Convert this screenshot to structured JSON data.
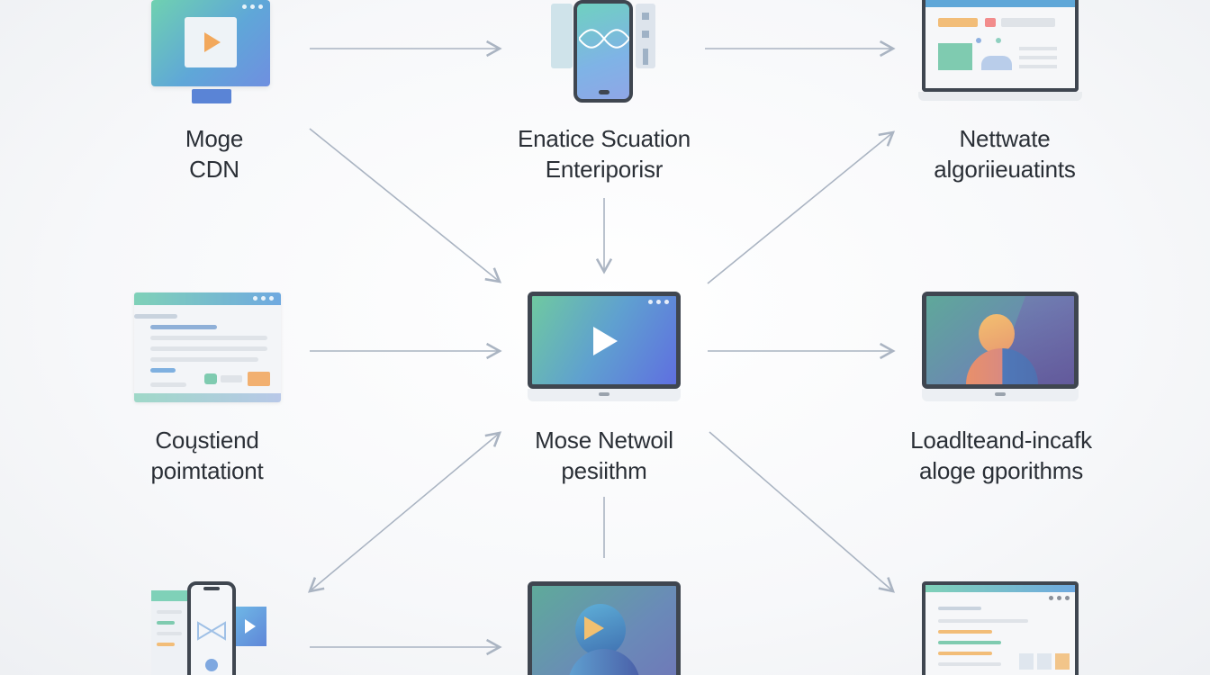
{
  "nodes": [
    {
      "id": "moge-cdn",
      "lines": [
        "Moge",
        "CDN"
      ]
    },
    {
      "id": "enatice-scuation",
      "lines": [
        "Enatice Scuation",
        "Enteriporisr"
      ]
    },
    {
      "id": "nettwate",
      "lines": [
        "Nettwate",
        "algoriieuatints"
      ]
    },
    {
      "id": "coustiend",
      "lines": [
        "Coųstiend",
        "poimtationt"
      ]
    },
    {
      "id": "mose-netwoil",
      "lines": [
        "Mose Netwoil",
        "pesiithm"
      ]
    },
    {
      "id": "loadteand",
      "lines": [
        "Loadlteand-incafk",
        "aloge gporithms"
      ]
    }
  ],
  "colors": {
    "arrow": "#aab4c2",
    "teal": "#5cc3a8",
    "blue": "#5f86d8",
    "orange": "#f2a85c",
    "frame": "#3f4650"
  }
}
